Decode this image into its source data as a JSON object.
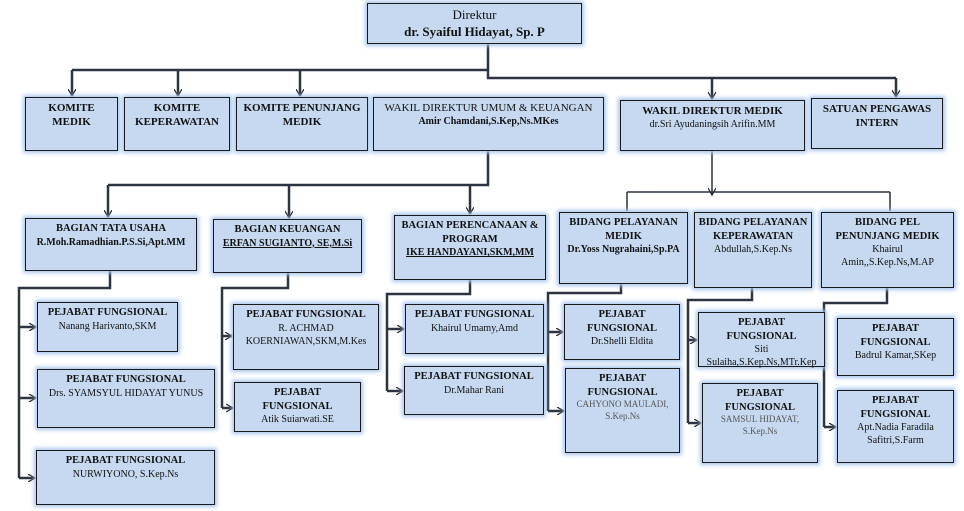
{
  "boxes": [
    {
      "id": "direktur",
      "title": "Direktur",
      "name": "dr. Syaiful Hidayat, Sp. P"
    },
    {
      "id": "komite-medik",
      "title": "KOMITE MEDIK",
      "name": ""
    },
    {
      "id": "komite-keperawatan",
      "title": "KOMITE KEPERAWATAN",
      "name": ""
    },
    {
      "id": "komite-penunjang-medik",
      "title": "KOMITE PENUNJANG MEDIK",
      "name": ""
    },
    {
      "id": "wakil-direktur-umum",
      "title": "WAKIL DIREKTUR UMUM & KEUANGAN",
      "name": "Amir Chamdani,S.Kep,Ns.MKes"
    },
    {
      "id": "wakil-direktur-medik",
      "title": "WAKIL DIREKTUR MEDIK",
      "name": "dr.Sri Ayudaningsih Arifin.MM"
    },
    {
      "id": "satuan-pengawas-intern",
      "title": "SATUAN PENGAWAS INTERN",
      "name": ""
    },
    {
      "id": "bagian-tata-usaha",
      "title": "BAGIAN TATA USAHA",
      "name": "R.Moh.Ramadhian.P.S.Si,Apt.MM"
    },
    {
      "id": "bagian-keuangan",
      "title": "BAGIAN KEUANGAN",
      "name": "ERFAN SUGIANTO, SE,M.Si"
    },
    {
      "id": "bagian-perencanaan",
      "title": "BAGIAN PERENCANAAN & PROGRAM",
      "name": "IKE HANDAYANI,SKM,MM"
    },
    {
      "id": "bidang-pelayanan-medik",
      "title": "BIDANG PELAYANAN MEDIK",
      "name": "Dr.Yoss Nugrahaini,Sp.PA"
    },
    {
      "id": "bidang-pelayanan-keperawatan",
      "title": "BIDANG PELAYANAN KEPERAWATAN",
      "name": "Abdullah,S.Kep.Ns"
    },
    {
      "id": "bidang-penunjang-medik",
      "title": "BIDANG PEL PENUNJANG MEDIK",
      "name": "Khairul Amin,,S.Kep.Ns,M.AP"
    },
    {
      "id": "pf-nanang",
      "title": "PEJABAT FUNGSIONAL",
      "name": "Nanang Harivanto,SKM"
    },
    {
      "id": "pf-syamsyul",
      "title": "PEJABAT FUNGSIONAL",
      "name": "Drs. SYAMSYUL HIDAYAT YUNUS"
    },
    {
      "id": "pf-nurwiyono",
      "title": "PEJABAT FUNGSIONAL",
      "name": "NURWIYONO, S.Kep.Ns"
    },
    {
      "id": "pf-achmad",
      "title": "PEJABAT FUNGSIONAL",
      "name": "R. ACHMAD KOERNIAWAN,SKM,M.Kes"
    },
    {
      "id": "pf-atik",
      "title": "PEJABAT FUNGSIONAL",
      "name": "Atik Suiarwati.SE"
    },
    {
      "id": "pf-khairul-umamy",
      "title": "PEJABAT FUNGSIONAL",
      "name": "Khairul Umamy,Amd"
    },
    {
      "id": "pf-mahar",
      "title": "PEJABAT FUNGSIONAL",
      "name": "Dr.Mahar Rani"
    },
    {
      "id": "pf-shelli",
      "title": "PEJABAT FUNGSIONAL",
      "name": "Dr.Shelli Eldita"
    },
    {
      "id": "pf-cahyono",
      "title": "PEJABAT FUNGSIONAL",
      "name": "CAHYONO MAULADI, S.Kep.Ns"
    },
    {
      "id": "pf-siti",
      "title": "PEJABAT FUNGSIONAL",
      "name": "Siti Sulaiha,S.Kep.Ns,MTr.Kep"
    },
    {
      "id": "pf-samsul",
      "title": "PEJABAT FUNGSIONAL",
      "name": "SAMSUL HIDAYAT, S.Kep.Ns"
    },
    {
      "id": "pf-badrul",
      "title": "PEJABAT FUNGSIONAL",
      "name": "Badrul Kamar,SKep"
    },
    {
      "id": "pf-nadia",
      "title": "PEJABAT FUNGSIONAL",
      "name": "Apt.Nadia Faradila Safitri,S.Farm"
    }
  ]
}
